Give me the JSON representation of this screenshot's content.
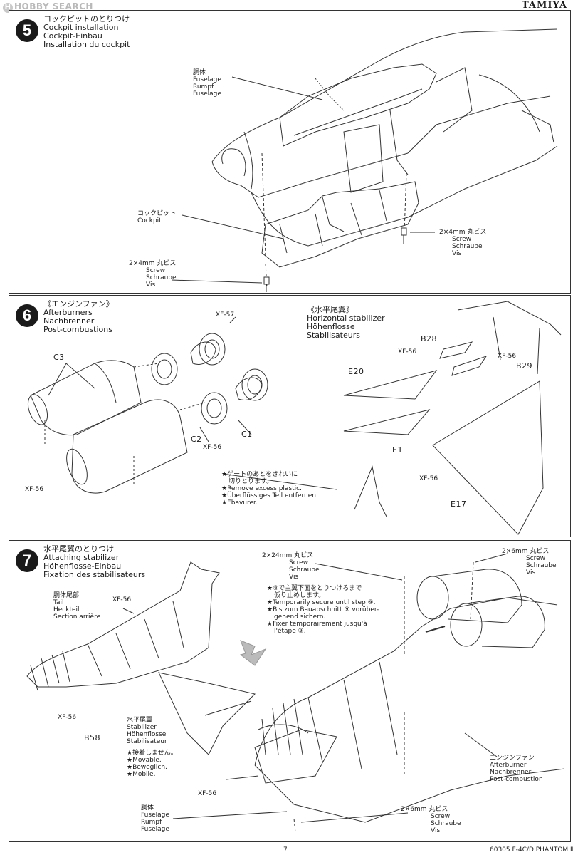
{
  "header": {
    "watermark": "HOBBY SEARCH",
    "brand": "TAMIYA"
  },
  "step5": {
    "number": "5",
    "title": [
      "コックピットのとりつけ",
      "Cockpit installation",
      "Cockpit-Einbau",
      "Installation du cockpit"
    ],
    "fuselage": [
      "胴体",
      "Fuselage",
      "Rumpf",
      "Fuselage"
    ],
    "cockpit": [
      "コックピット",
      "Cockpit"
    ],
    "screw_right": [
      "2×4mm 丸ビス",
      "Screw",
      "Schraube",
      "Vis"
    ],
    "screw_left": [
      "2×4mm 丸ビス",
      "Screw",
      "Schraube",
      "Vis"
    ]
  },
  "step6": {
    "number": "6",
    "title": [
      "《エンジンファン》",
      "Afterburners",
      "Nachbrenner",
      "Post-combustions"
    ],
    "stab_title": [
      "《水平尾翼》",
      "Horizontal stabilizer",
      "Höhenflosse",
      "Stabilisateurs"
    ],
    "parts": {
      "xf57": "XF-57",
      "c3": "C3",
      "c1": "C1",
      "c2": "C2",
      "xf56_a": "XF-56",
      "xf56_b": "XF-56",
      "xf56_c": "XF-56",
      "xf56_d": "XF-56",
      "xf56_e": "XF-56",
      "b28": "B28",
      "b29": "B29",
      "e20": "E20",
      "e1": "E1",
      "e17": "E17"
    },
    "gate_note": [
      "★ゲートのあとをきれいに",
      "切りとります。",
      "★Remove excess plastic.",
      "★Überflüssiges Teil entfernen.",
      "★Ebavurer."
    ]
  },
  "step7": {
    "number": "7",
    "title": [
      "水平尾翼のとりつけ",
      "Attaching stabilizer",
      "Höhenflosse-Einbau",
      "Fixation des stabilisateurs"
    ],
    "tail": [
      "胴体尾部",
      "Tail",
      "Heckteil",
      "Section arrière"
    ],
    "parts": {
      "xf56_a": "XF-56",
      "xf56_b": "XF-56",
      "xf56_c": "XF-56",
      "b58": "B58"
    },
    "screw_24": [
      "2×24mm 丸ビス",
      "Screw",
      "Schraube",
      "Vis"
    ],
    "note": [
      "★⑨で主翼下面をとりつけるまで",
      "仮り止めします。",
      "★Temporarily secure until step ⑨.",
      "★Bis zum Bauabschnitt ⑨ vorüber-",
      "gehend sichern.",
      "★Fixer temporairement jusqu'à",
      "l'étape ⑨."
    ],
    "screw_6_top": [
      "2×6mm 丸ビス",
      "Screw",
      "Schraube",
      "Vis"
    ],
    "stabilizer": [
      "水平尾翼",
      "Stabilizer",
      "Höhenflosse",
      "Stabilisateur"
    ],
    "movable": [
      "★接着しません。",
      "★Movable.",
      "★Beweglich.",
      "★Mobile."
    ],
    "fuselage": [
      "胴体",
      "Fuselage",
      "Rumpf",
      "Fuselage"
    ],
    "screw_6_bot": [
      "2×6mm 丸ビス",
      "Screw",
      "Schraube",
      "Vis"
    ],
    "engine": [
      "エンジンファン",
      "Afterburner",
      "Nachbrenner",
      "Post-combustion"
    ]
  },
  "footer": {
    "page": "7",
    "model": "60305 F-4C/D PHANTOM Ⅱ"
  }
}
